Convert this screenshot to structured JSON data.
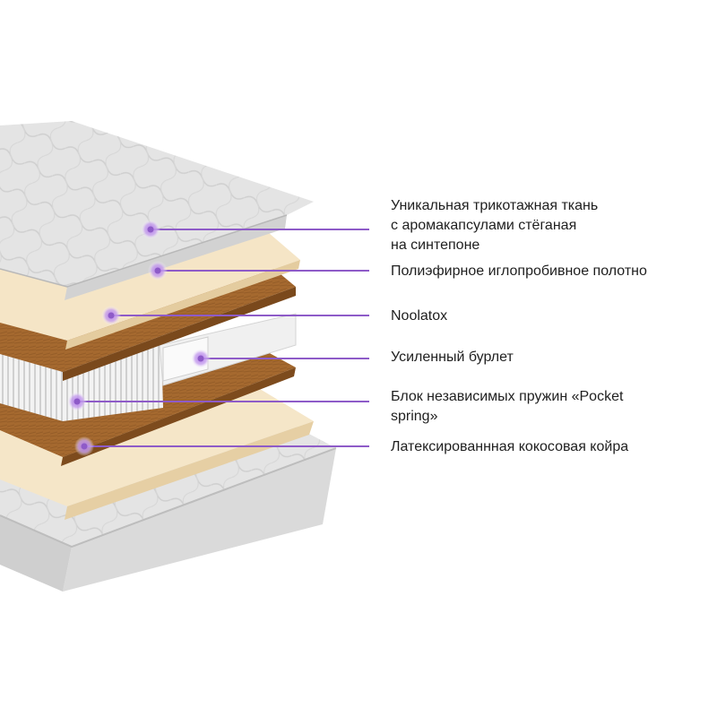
{
  "colors": {
    "accent": "#8e5bc8",
    "text": "#1f1f1f",
    "fabric": "#e2e2e2",
    "latex": "#f4e3c2",
    "coir": "#a0662f",
    "spring": "#ededed"
  },
  "layers": [
    {
      "lines": [
        "Уникальная трикотажная ткань",
        "с аромакапсулами стёганая",
        "на синтепоне"
      ]
    },
    {
      "lines": [
        "Полиэфирное иглопробивное полотно"
      ]
    },
    {
      "lines": [
        "Noolatox"
      ]
    },
    {
      "lines": [
        "Усиленный бурлет"
      ]
    },
    {
      "lines": [
        "Блок независимых пружин «Pocket",
        "spring»"
      ]
    },
    {
      "lines": [
        "Латексированнная кокосовая койра"
      ]
    }
  ]
}
